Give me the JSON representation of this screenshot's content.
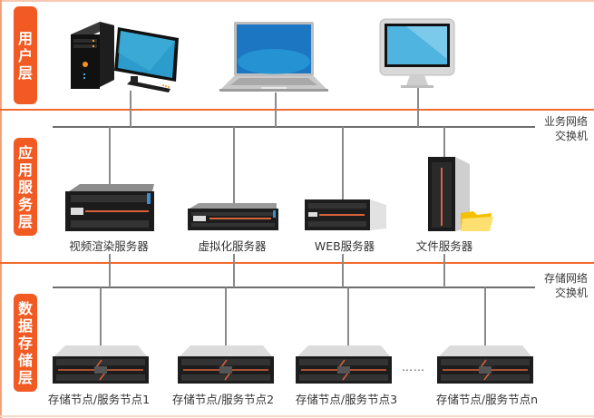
{
  "layers": [
    {
      "name": "user-layer",
      "chars": [
        "用",
        "户",
        "层"
      ]
    },
    {
      "name": "app-service-layer",
      "chars": [
        "应",
        "用",
        "服",
        "务",
        "层"
      ]
    },
    {
      "name": "data-storage-layer",
      "chars": [
        "数",
        "据",
        "存",
        "储",
        "层"
      ]
    }
  ],
  "switches": {
    "business": {
      "line1": "业务网络",
      "line2": "交换机"
    },
    "storage": {
      "line1": "存储网络",
      "line2": "交换机"
    }
  },
  "user_devices": [
    {
      "name": "desktop-pc"
    },
    {
      "name": "laptop"
    },
    {
      "name": "all-in-one-monitor"
    }
  ],
  "app_servers": [
    {
      "label": "视频渲染服务器"
    },
    {
      "label": "虚拟化服务器"
    },
    {
      "label": "WEB服务器"
    },
    {
      "label": "文件服务器"
    }
  ],
  "storage_nodes": [
    {
      "label": "存储节点/服务节点1"
    },
    {
      "label": "存储节点/服务节点2"
    },
    {
      "label": "存储节点/服务节点3"
    },
    {
      "label": "存储节点/服务节点n"
    }
  ],
  "ellipsis": "……",
  "colors": {
    "accent": "#f15a22",
    "line": "#6d6d6d"
  }
}
